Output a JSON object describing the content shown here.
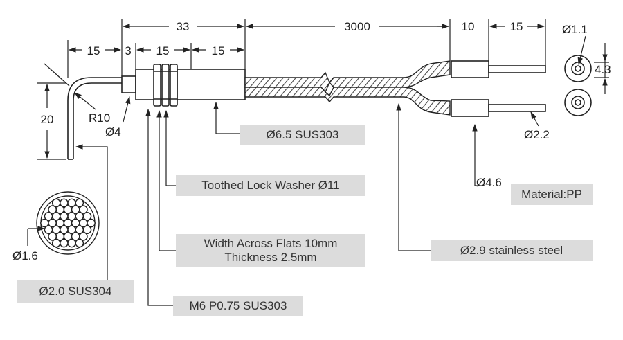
{
  "dimensions": {
    "bend_length": "15",
    "tip_gap": "3",
    "overall_head": "33",
    "nut_section": "15",
    "sleeve_section": "15",
    "cable_length": "3000",
    "ferrule_length": "10",
    "end_length": "15",
    "bend_height": "20",
    "bend_radius": "R10",
    "tip_diameter": "Ø4",
    "end_hole_diameter": "Ø1.1",
    "end_face_spacing": "4.3",
    "fiber_diameter_end": "Ø2.2",
    "bundle_strand": "Ø1.6"
  },
  "callouts": {
    "sleeve": "Ø6.5   SUS303",
    "lock_washer": "Toothed Lock Washer Ø11",
    "nut_line1": "Width Across Flats 10mm",
    "nut_line2": "Thickness 2.5mm",
    "thread": "M6 P0.75 SUS303",
    "probe": "Ø2.0   SUS304",
    "ferrule": "Ø4.6",
    "material": "Material:PP",
    "cable": "Ø2.9 stainless steel"
  },
  "colors": {
    "line": "#222222",
    "callout_bg": "#dcdcdc",
    "hatch": "#444444"
  }
}
